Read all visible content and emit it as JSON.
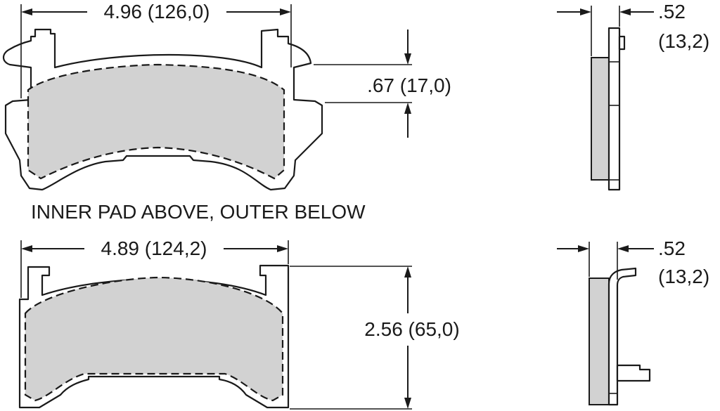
{
  "caption": "INNER PAD ABOVE, OUTER BELOW",
  "inner_pad": {
    "width_label": "4.96 (126,0)",
    "height_label": ".67 (17,0)",
    "thickness_label_line1": ".52",
    "thickness_label_line2": "(13,2)"
  },
  "outer_pad": {
    "width_label": "4.89 (124,2)",
    "height_label": "2.56 (65,0)",
    "thickness_label_line1": ".52",
    "thickness_label_line2": "(13,2)"
  },
  "colors": {
    "line": "#1a1a1a",
    "friction_material": "#d2d2d2",
    "background": "#ffffff"
  }
}
